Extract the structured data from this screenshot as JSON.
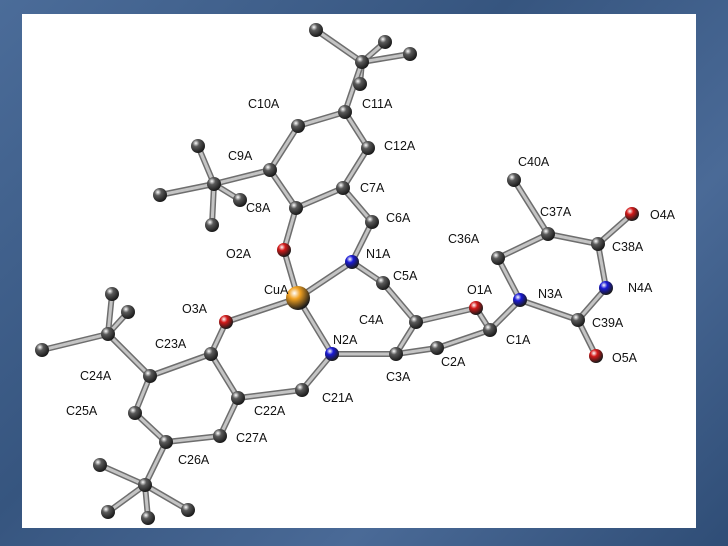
{
  "labels": {
    "C10A": "C10A",
    "C11A": "C11A",
    "C12A": "C12A",
    "C9A": "C9A",
    "C7A": "C7A",
    "C8A": "C8A",
    "C6A": "C6A",
    "O2A": "O2A",
    "N1A": "N1A",
    "C5A": "C5A",
    "CuA": "CuA",
    "O3A": "O3A",
    "O1A": "O1A",
    "N3A": "N3A",
    "N4A": "N4A",
    "C4A": "C4A",
    "N2A": "N2A",
    "C1A": "C1A",
    "C23A": "C23A",
    "C2A": "C2A",
    "C3A": "C3A",
    "C39A": "C39A",
    "O5A": "O5A",
    "C24A": "C24A",
    "C21A": "C21A",
    "C25A": "C25A",
    "C22A": "C22A",
    "C27A": "C27A",
    "C26A": "C26A",
    "C40A": "C40A",
    "C37A": "C37A",
    "O4A": "O4A",
    "C36A": "C36A",
    "C38A": "C38A"
  },
  "colors": {
    "carbon": "#5a5a5a",
    "nitrogen": "#1a1ad6",
    "oxygen": "#d41a1a",
    "copper": "#f0a020",
    "bond": "#9a9a9a",
    "background_frame": "#3f5f8c",
    "panel": "#ffffff"
  }
}
